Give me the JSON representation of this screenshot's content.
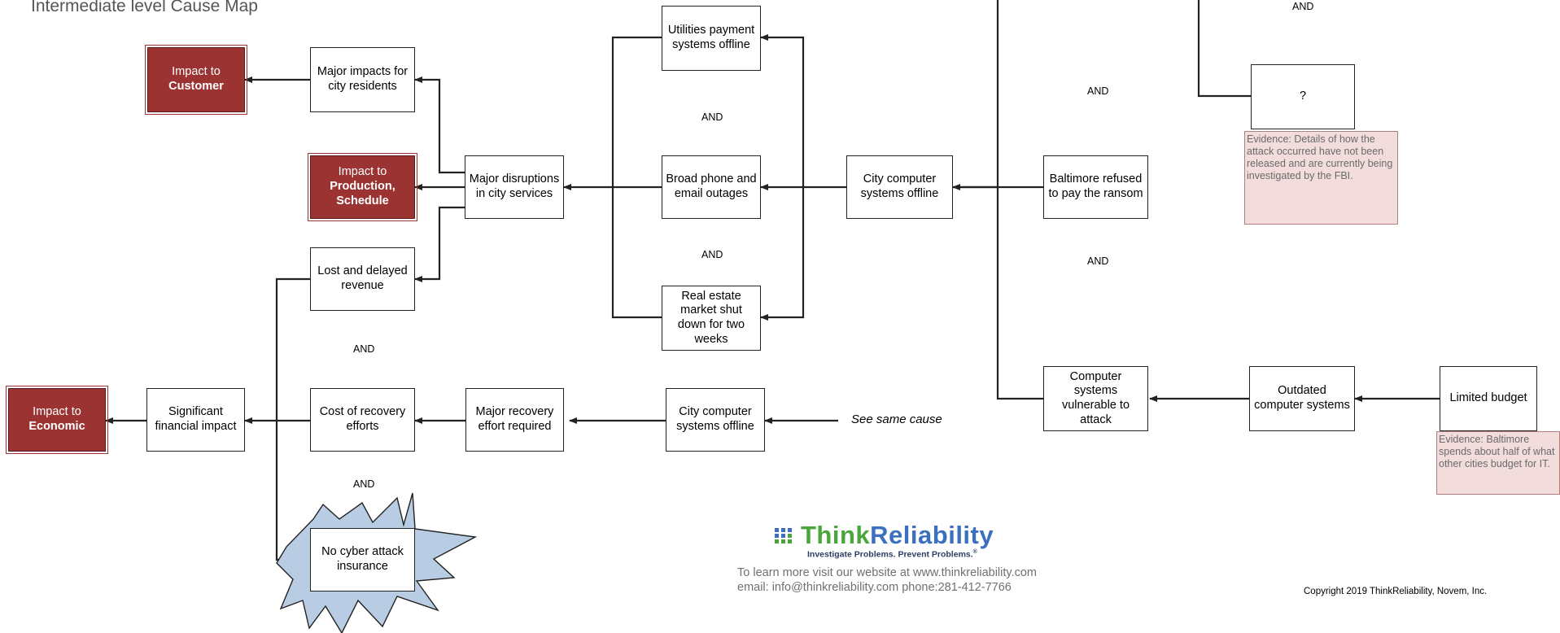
{
  "title": "Intermediate level Cause Map",
  "impacts": {
    "customer": {
      "prefix": "Impact to",
      "label": "Customer"
    },
    "production": {
      "prefix": "Impact to",
      "label": "Production, Schedule"
    },
    "economic": {
      "prefix": "Impact to",
      "label": "Economic"
    }
  },
  "nodes": {
    "major_impacts_residents": "Major impacts for city residents",
    "major_disruptions": "Major disruptions in city services",
    "lost_delayed_revenue": "Lost and delayed revenue",
    "significant_financial_impact": "Significant financial impact",
    "cost_of_recovery": "Cost of recovery efforts",
    "major_recovery_effort": "Major recovery effort required",
    "city_computer_offline_bottom": "City computer systems offline",
    "no_cyber_insurance": "No cyber attack insurance",
    "utilities_payment_offline": "Utilities payment systems offline",
    "broad_phone_email": "Broad phone and email outages",
    "real_estate_shutdown": "Real estate market shut down for two weeks",
    "city_computer_offline_main": "City computer systems offline",
    "baltimore_refused": "Baltimore refused to pay the ransom",
    "computer_systems_vulnerable": "Computer systems vulnerable to attack",
    "outdated_systems": "Outdated computer systems",
    "limited_budget": "Limited budget",
    "unknown": "?"
  },
  "and_label": "AND",
  "see_same_cause": "See same cause",
  "evidence": {
    "attack_details": "Evidence: Details of how the attack occurred have not been released and are currently being investigated by the FBI.",
    "budget": "Evidence: Baltimore spends about half of what other cities budget for IT."
  },
  "logo": {
    "think": "Think",
    "reliability": "Reliability",
    "tagline": "Investigate Problems. Prevent Problems.",
    "tagline_mark": "®"
  },
  "footer": {
    "line1": "To learn more visit our website at www.thinkreliability.com",
    "line2": "email:  info@thinkreliability.com  phone:281-412-7766"
  },
  "copyright": "Copyright 2019  ThinkReliability,  Novem, Inc.",
  "colors": {
    "impact_fill": "#9b3333",
    "evidence_fill": "#f2dcdc",
    "starburst_fill": "#b8cde4",
    "logo_green": "#4aa53a",
    "logo_blue": "#3b6fc0"
  }
}
